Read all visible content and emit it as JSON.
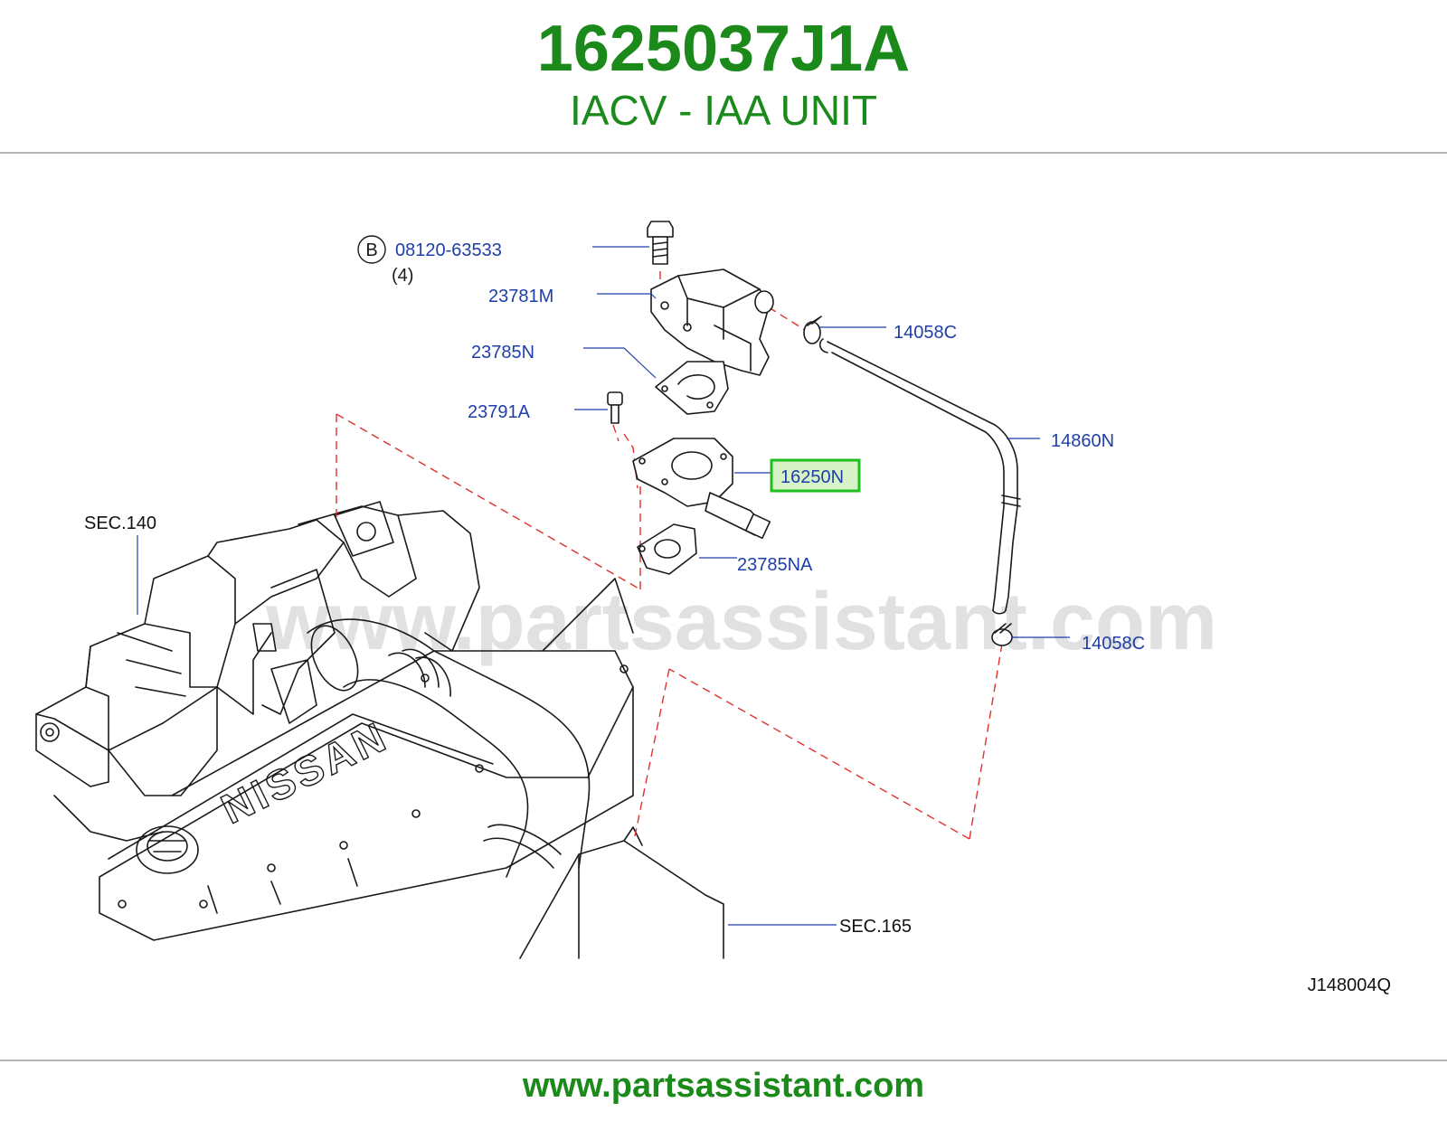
{
  "header": {
    "part_number": "1625037J1A",
    "part_name": "IACV - IAA UNIT"
  },
  "diagram": {
    "watermark": "www.partsassistant.com",
    "diagram_code": "J148004Q",
    "bolt_circle_letter": "B",
    "bolt_part": "08120-63533",
    "bolt_qty": "(4)",
    "parts": {
      "p23781M": "23781M",
      "p23785N": "23785N",
      "p23791A": "23791A",
      "p16250N": "16250N",
      "p23785NA": "23785NA",
      "p14058C_top": "14058C",
      "p14860N": "14860N",
      "p14058C_bottom": "14058C"
    },
    "sections": {
      "sec140": "SEC.140",
      "sec165": "SEC.165"
    },
    "engine_logo": "NISSAN",
    "highlighted_part": "16250N"
  },
  "footer": {
    "url": "www.partsassistant.com"
  },
  "colors": {
    "brand_green": "#1b8a1b",
    "label_blue": "#1e3fa8",
    "dash_red": "#e0312e",
    "highlight_border": "#1fbf1f"
  }
}
